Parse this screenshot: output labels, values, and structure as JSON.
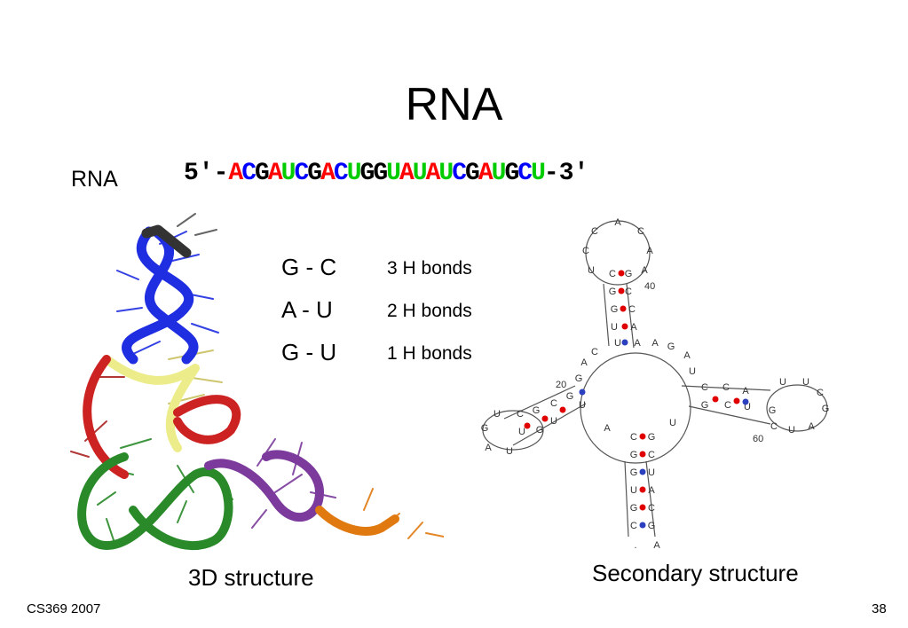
{
  "slide": {
    "title": "RNA",
    "rna_label": "RNA",
    "sequence": {
      "prefix": "5′-",
      "suffix": "-3′",
      "bases": [
        "A",
        "C",
        "G",
        "A",
        "U",
        "C",
        "G",
        "A",
        "C",
        "U",
        "G",
        "G",
        "U",
        "A",
        "U",
        "A",
        "U",
        "C",
        "G",
        "A",
        "U",
        "G",
        "C",
        "U"
      ],
      "colors": {
        "A": "#ff0000",
        "C": "#0000ff",
        "G": "#000000",
        "U": "#00cc00"
      }
    },
    "pairs": [
      {
        "pair": "G - C",
        "bonds": "3 H bonds"
      },
      {
        "pair": "A - U",
        "bonds": "2 H bonds"
      },
      {
        "pair": "G - U",
        "bonds": "1 H bonds"
      }
    ],
    "caption_3d": "3D structure",
    "caption_secondary": "Secondary structure",
    "footer_left": "CS369 2007",
    "footer_right": "38"
  },
  "secondary_structure": {
    "numbers": [
      "40",
      "20",
      "60"
    ],
    "pair_marker_colors": {
      "watson_crick": "#e00000",
      "wobble": "#2b3fbf"
    }
  },
  "tertiary_ribbon_colors": {
    "helix_top": "#1f2ee0",
    "cap": "#333333",
    "linker": "#ecec8a",
    "loop": "#cc2222",
    "domain_left": "#2a8a2a",
    "domain_right": "#7b3a9c",
    "tail": "#e07a10"
  }
}
